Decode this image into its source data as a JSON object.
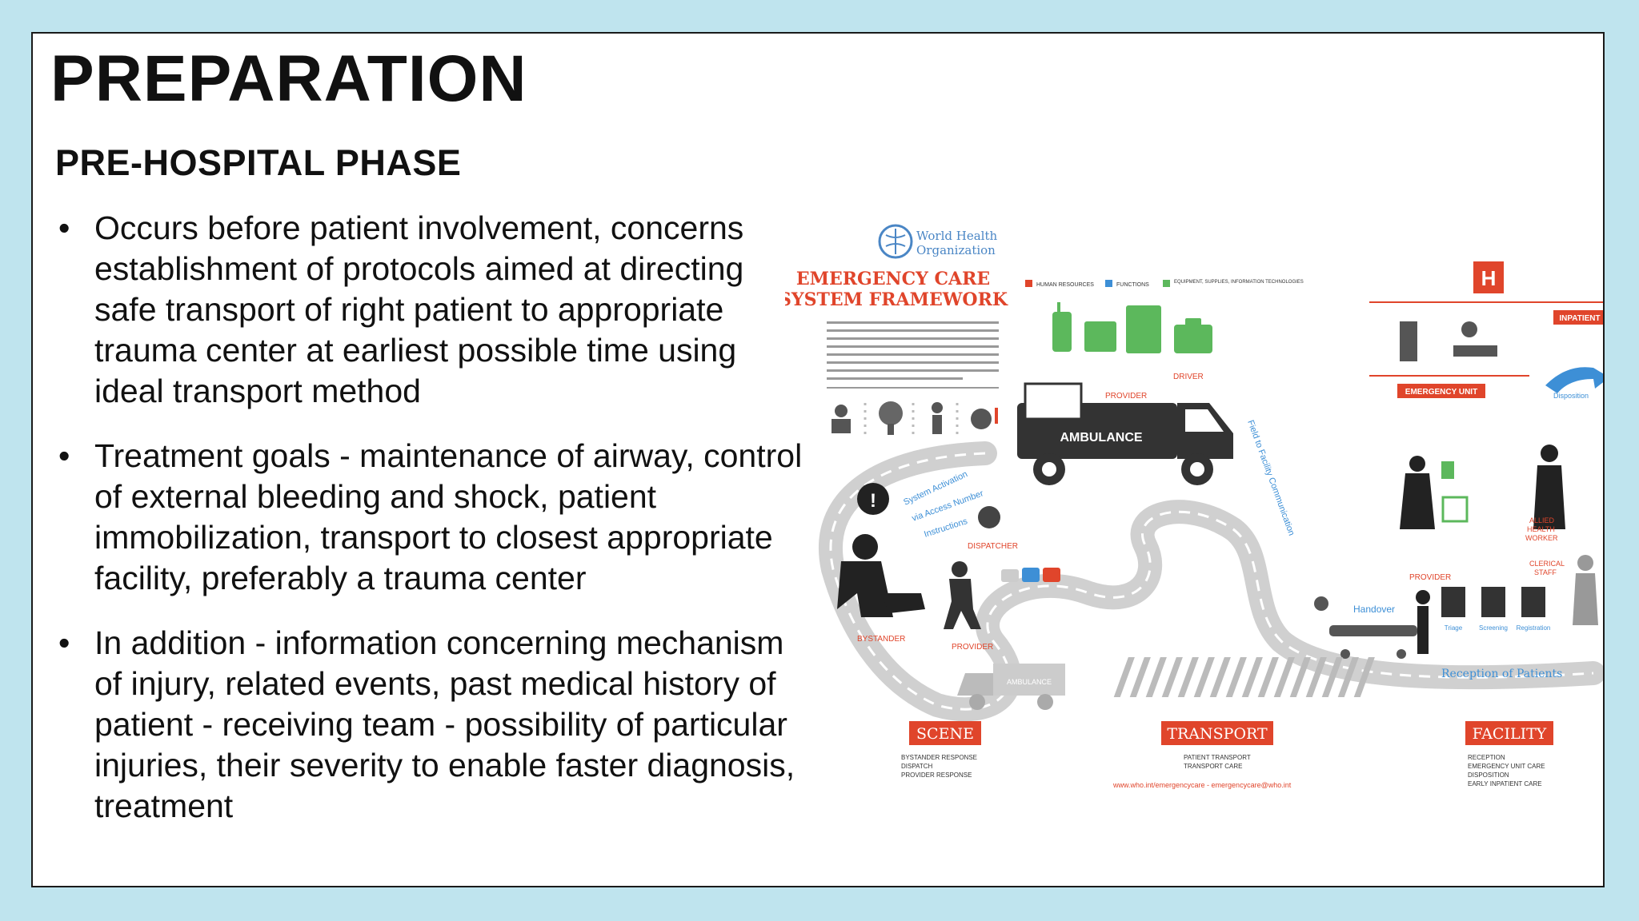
{
  "slide": {
    "title": "PREPARATION",
    "subtitle": "PRE-HOSPITAL PHASE",
    "bullets": [
      "Occurs before patient involvement, concerns establishment of protocols aimed at directing safe transport of right patient to appropriate trauma center at earliest possible time using ideal transport method",
      "Treatment goals - maintenance of airway, control of external bleeding and shock, patient immobilization, transport to closest appropriate facility, preferably a trauma center",
      "In addition - information concerning mechanism of injury, related events, past medical history of patient - receiving team - possibility of particular injuries, their severity to enable faster diagnosis, treatment"
    ]
  },
  "infographic": {
    "org_name_line1": "World Health",
    "org_name_line2": "Organization",
    "title_line1": "EMERGENCY CARE",
    "title_line2": "SYSTEM FRAMEWORK",
    "legend": [
      "HUMAN RESOURCES",
      "FUNCTIONS",
      "EQUIPMENT, SUPPLIES, INFORMATION TECHNOLOGIES"
    ],
    "labels": {
      "ambulance": "AMBULANCE",
      "ambulance_small": "AMBULANCE",
      "driver": "DRIVER",
      "provider_top": "PROVIDER",
      "provider_scene": "PROVIDER",
      "provider_handover": "PROVIDER",
      "dispatcher": "DISPATCHER",
      "bystander": "BYSTANDER",
      "inpatient": "INPATIENT",
      "emergency_unit": "EMERGENCY UNIT",
      "disposition": "Disposition",
      "allied_health_1": "ALLIED",
      "allied_health_2": "HEALTH",
      "allied_health_3": "WORKER",
      "clerical_1": "CLERICAL",
      "clerical_2": "STAFF",
      "handover": "Handover",
      "reception": "Reception of Patients",
      "system_activation": "System Activation",
      "access_number": "via Access Number",
      "instructions": "Instructions",
      "field_to_facility": "Field to Facility Communication",
      "triage": "Triage",
      "screening": "Screening",
      "registration": "Registration",
      "hospital_letter": "H"
    },
    "phases": [
      {
        "title": "SCENE",
        "items": [
          "BYSTANDER RESPONSE",
          "DISPATCH",
          "PROVIDER RESPONSE"
        ]
      },
      {
        "title": "TRANSPORT",
        "items": [
          "PATIENT TRANSPORT",
          "TRANSPORT CARE"
        ]
      },
      {
        "title": "FACILITY",
        "items": [
          "RECEPTION",
          "EMERGENCY UNIT CARE",
          "DISPOSITION",
          "EARLY INPATIENT CARE"
        ]
      }
    ],
    "footer_url": "www.who.int/emergencycare - emergencycare@who.int",
    "colors": {
      "accent_red": "#e0452b",
      "road_gray": "#cfcfcf",
      "dark": "#333333",
      "green": "#5cb85c",
      "blue": "#3d8fd6"
    }
  }
}
